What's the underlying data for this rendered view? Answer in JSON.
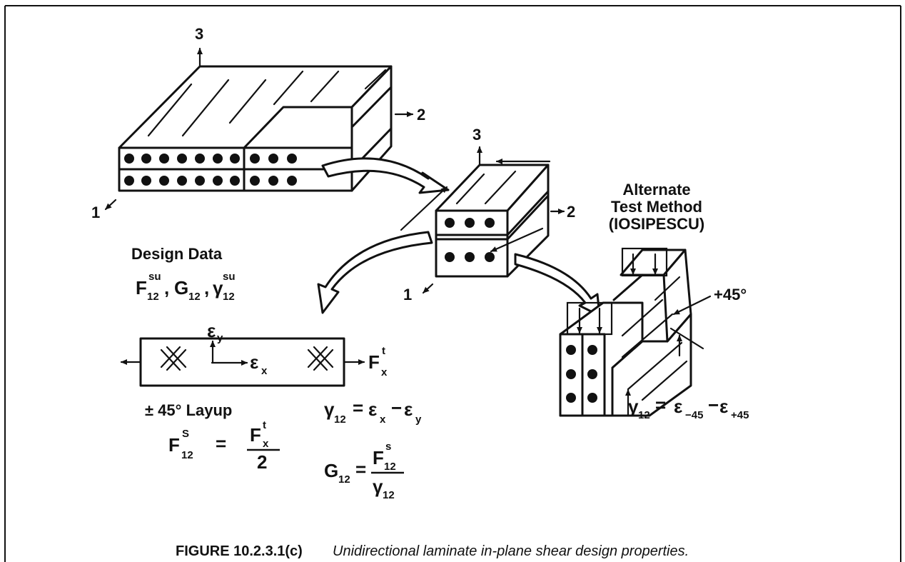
{
  "labels": {
    "axis_3": "3",
    "axis_2": "2",
    "axis_1": "1",
    "alt_line1": "Alternate",
    "alt_line2": "Test Method",
    "alt_line3": "(IOSIPESCU)",
    "design_data": "Design Data",
    "angle": "+45°",
    "layup": "± 45° Layup"
  },
  "symbols": {
    "F": "F",
    "G": "G",
    "gamma": "γ",
    "epsilon": "ε",
    "su": "su",
    "s_upper": "S",
    "s_lower": "s",
    "t": "t",
    "sub_12": "12",
    "sub_x": "x",
    "sub_y": "y",
    "sub_m45": "−45",
    "sub_p45": "+45",
    "comma": ",",
    "equals": "=",
    "minus": "−",
    "two": "2"
  },
  "caption": {
    "number": "FIGURE 10.2.3.1(c)",
    "text": "Unidirectional laminate in-plane shear design properties."
  }
}
